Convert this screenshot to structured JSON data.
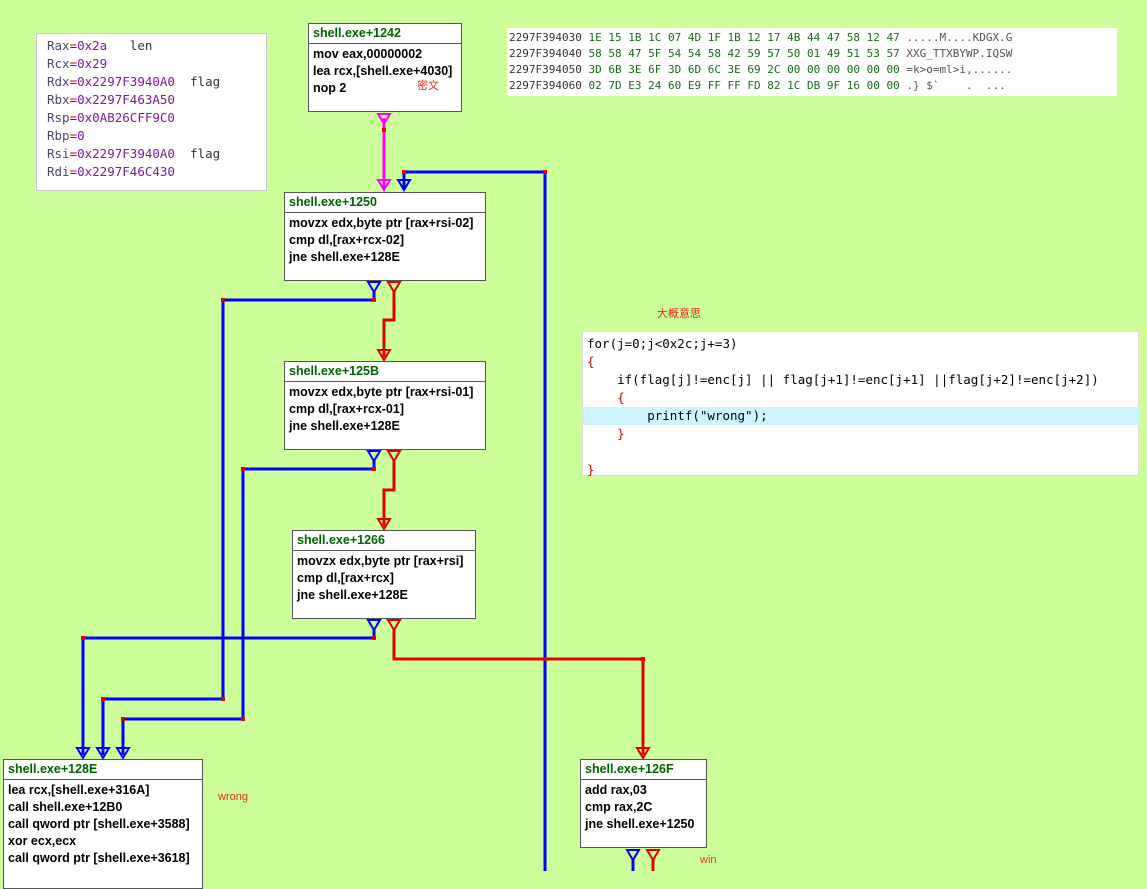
{
  "registers": [
    {
      "name": "Rax",
      "value": "0x2a",
      "note": "len"
    },
    {
      "name": "Rcx",
      "value": "0x29",
      "note": ""
    },
    {
      "name": "Rdx",
      "value": "0x2297F3940A0",
      "note": "flag"
    },
    {
      "name": "Rbx",
      "value": "0x2297F463A50",
      "note": ""
    },
    {
      "name": "Rsp",
      "value": "0x0AB26CFF9C0",
      "note": ""
    },
    {
      "name": "Rbp",
      "value": "0",
      "note": ""
    },
    {
      "name": "Rsi",
      "value": "0x2297F3940A0",
      "note": "flag"
    },
    {
      "name": "Rdi",
      "value": "0x2297F46C430",
      "note": ""
    }
  ],
  "blocks": {
    "b1242": {
      "title": "shell.exe+1242",
      "lines": [
        "mov eax,00000002",
        "lea rcx,[shell.exe+4030]",
        "nop 2"
      ]
    },
    "b1250": {
      "title": "shell.exe+1250",
      "lines": [
        "movzx edx,byte ptr [rax+rsi-02]",
        "cmp dl,[rax+rcx-02]",
        "jne shell.exe+128E"
      ]
    },
    "b125B": {
      "title": "shell.exe+125B",
      "lines": [
        "movzx edx,byte ptr [rax+rsi-01]",
        "cmp dl,[rax+rcx-01]",
        "jne shell.exe+128E"
      ]
    },
    "b1266": {
      "title": "shell.exe+1266",
      "lines": [
        "movzx edx,byte ptr [rax+rsi]",
        "cmp dl,[rax+rcx]",
        "jne shell.exe+128E"
      ]
    },
    "b128E": {
      "title": "shell.exe+128E",
      "lines": [
        "lea rcx,[shell.exe+316A]",
        "call shell.exe+12B0",
        "call qword ptr [shell.exe+3588]",
        "xor ecx,ecx",
        "call qword ptr [shell.exe+3618]"
      ]
    },
    "b126F": {
      "title": "shell.exe+126F",
      "lines": [
        "add rax,03",
        "cmp rax,2C",
        "jne shell.exe+1250"
      ]
    }
  },
  "hexdump": [
    {
      "addr": "2297F394030",
      "bytes": "1E 15 1B 1C 07 4D 1F 1B 12 17 4B 44 47 58 12 47",
      "ascii": ".....M....KDGX.G"
    },
    {
      "addr": "2297F394040",
      "bytes": "58 58 47 5F 54 54 58 42 59 57 50 01 49 51 53 57",
      "ascii": "XXG_TTXBYWP.IQSW"
    },
    {
      "addr": "2297F394050",
      "bytes": "3D 6B 3E 6F 3D 6D 6C 3E 69 2C 00 00 00 00 00 00",
      "ascii": "=k>o=ml>i,......"
    },
    {
      "addr": "2297F394060",
      "bytes": "02 7D E3 24 60 E9 FF FF FD 82 1C DB 9F 16 00 00",
      "ascii": ".} $`    .  ..."
    }
  ],
  "code": {
    "line1": "for(j=0;j<0x2c;j+=3)",
    "line2": "{",
    "line3": "    if(flag[j]!=enc[j] || flag[j+1]!=enc[j+1] ||flag[j+2]!=enc[j+2])",
    "line4": "    {",
    "line5": "        printf(\"wrong\");",
    "line6": "    }",
    "line7": "",
    "line8": "}"
  },
  "notes": {
    "cipher": "密文",
    "meaning": "大概意思",
    "wrong": "wrong",
    "win": "win"
  },
  "colors": {
    "background": "#ccff99",
    "true_edge": "#0000ff",
    "false_edge": "#e00000",
    "entry_edge": "#ff00ff"
  }
}
